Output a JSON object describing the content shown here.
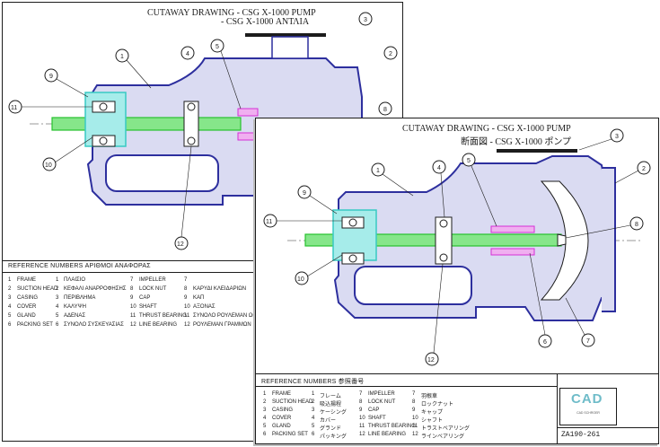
{
  "sheet_back": {
    "title_line1": "CUTAWAY DRAWING  -   CSG X-1000     PUMP",
    "title_line2": "-   CSG X-1000  ΑΝΤΛΙΑ",
    "ref_heading": "REFERENCE NUMBERS   ΑΡΙΘΜΟΙ ΑΝΑΦΟΡΑΣ",
    "rows": [
      {
        "n": "1",
        "en": "FRAME",
        "n2": "1",
        "tr": "ΠΛΑΙΣΙΟ",
        "n3": "7",
        "en3": "IMPELLER",
        "n4": "7",
        "tr4": ""
      },
      {
        "n": "2",
        "en": "SUCTION HEAD",
        "n2": "2",
        "tr": "ΚΕΦΑΛΙ ΑΝΑΡΡΟΦΗΣΗΣ",
        "n3": "8",
        "en3": "LOCK NUT",
        "n4": "8",
        "tr4": "ΚΑΡΥΔΙ ΚΛΕΙΔΑΡΙΩΝ"
      },
      {
        "n": "3",
        "en": "CASING",
        "n2": "3",
        "tr": "ΠΕΡΙΒΛΗΜΑ",
        "n3": "9",
        "en3": "CAP",
        "n4": "9",
        "tr4": "ΚΑΠ"
      },
      {
        "n": "4",
        "en": "COVER",
        "n2": "4",
        "tr": "ΚΑΛΥΨΗ",
        "n3": "10",
        "en3": "SHAFT",
        "n4": "10",
        "tr4": "ΑΞΟΝΑΣ"
      },
      {
        "n": "5",
        "en": "GLAND",
        "n2": "5",
        "tr": "ΑΔΕΝΑΣ",
        "n3": "11",
        "en3": "THRUST BEARING",
        "n4": "11",
        "tr4": "ΣΥΝΟΛΟ ΡΟΥΛΕΜΑΝ ΩΘΗΣΗΣ"
      },
      {
        "n": "6",
        "en": "PACKING SET",
        "n2": "6",
        "tr": "ΣΥΝΟΛΟ ΣΥΣΚΕΥΑΣΙΑΣ",
        "n3": "12",
        "en3": "LINE BEARING",
        "n4": "12",
        "tr4": "ΡΟΥΛΕΜΑΝ ΓΡΑΜΜΩΝ"
      }
    ]
  },
  "sheet_front": {
    "title_line1": "CUTAWAY DRAWING  -   CSG X-1000     PUMP",
    "title_line2": "断面図  -   CSG X-1000  ポンプ",
    "ref_heading": "REFERENCE NUMBERS   参照番号",
    "rows": [
      {
        "n": "1",
        "en": "FRAME",
        "n2": "1",
        "tr": "フレーム",
        "n3": "7",
        "en3": "IMPELLER",
        "n4": "7",
        "tr4": "羽根車"
      },
      {
        "n": "2",
        "en": "SUCTION HEAD",
        "n2": "2",
        "tr": "吸込揚程",
        "n3": "8",
        "en3": "LOCK NUT",
        "n4": "8",
        "tr4": "ロックナット"
      },
      {
        "n": "3",
        "en": "CASING",
        "n2": "3",
        "tr": "ケーシング",
        "n3": "9",
        "en3": "CAP",
        "n4": "9",
        "tr4": "キャップ"
      },
      {
        "n": "4",
        "en": "COVER",
        "n2": "4",
        "tr": "カバー",
        "n3": "10",
        "en3": "SHAFT",
        "n4": "10",
        "tr4": "シャフト"
      },
      {
        "n": "5",
        "en": "GLAND",
        "n2": "5",
        "tr": "グランド",
        "n3": "11",
        "en3": "THRUST BEARING",
        "n4": "11",
        "tr4": "トラストベアリング"
      },
      {
        "n": "6",
        "en": "PACKING SET",
        "n2": "6",
        "tr": "パッキング",
        "n3": "12",
        "en3": "LINE BEARING",
        "n4": "12",
        "tr4": "ラインベアリング"
      }
    ],
    "logo_mark": "CAD",
    "logo_sub": "CAD SCHROER",
    "doc_number": "ZA190-261"
  },
  "callouts": [
    "1",
    "2",
    "3",
    "4",
    "5",
    "6",
    "7",
    "8",
    "9",
    "10",
    "11",
    "12"
  ],
  "colors": {
    "casing": "#2d2f9e",
    "shaft": "#27c22e",
    "cap": "#38c9c3",
    "packing": "#d62fd6",
    "line": "#1c1c1c"
  }
}
